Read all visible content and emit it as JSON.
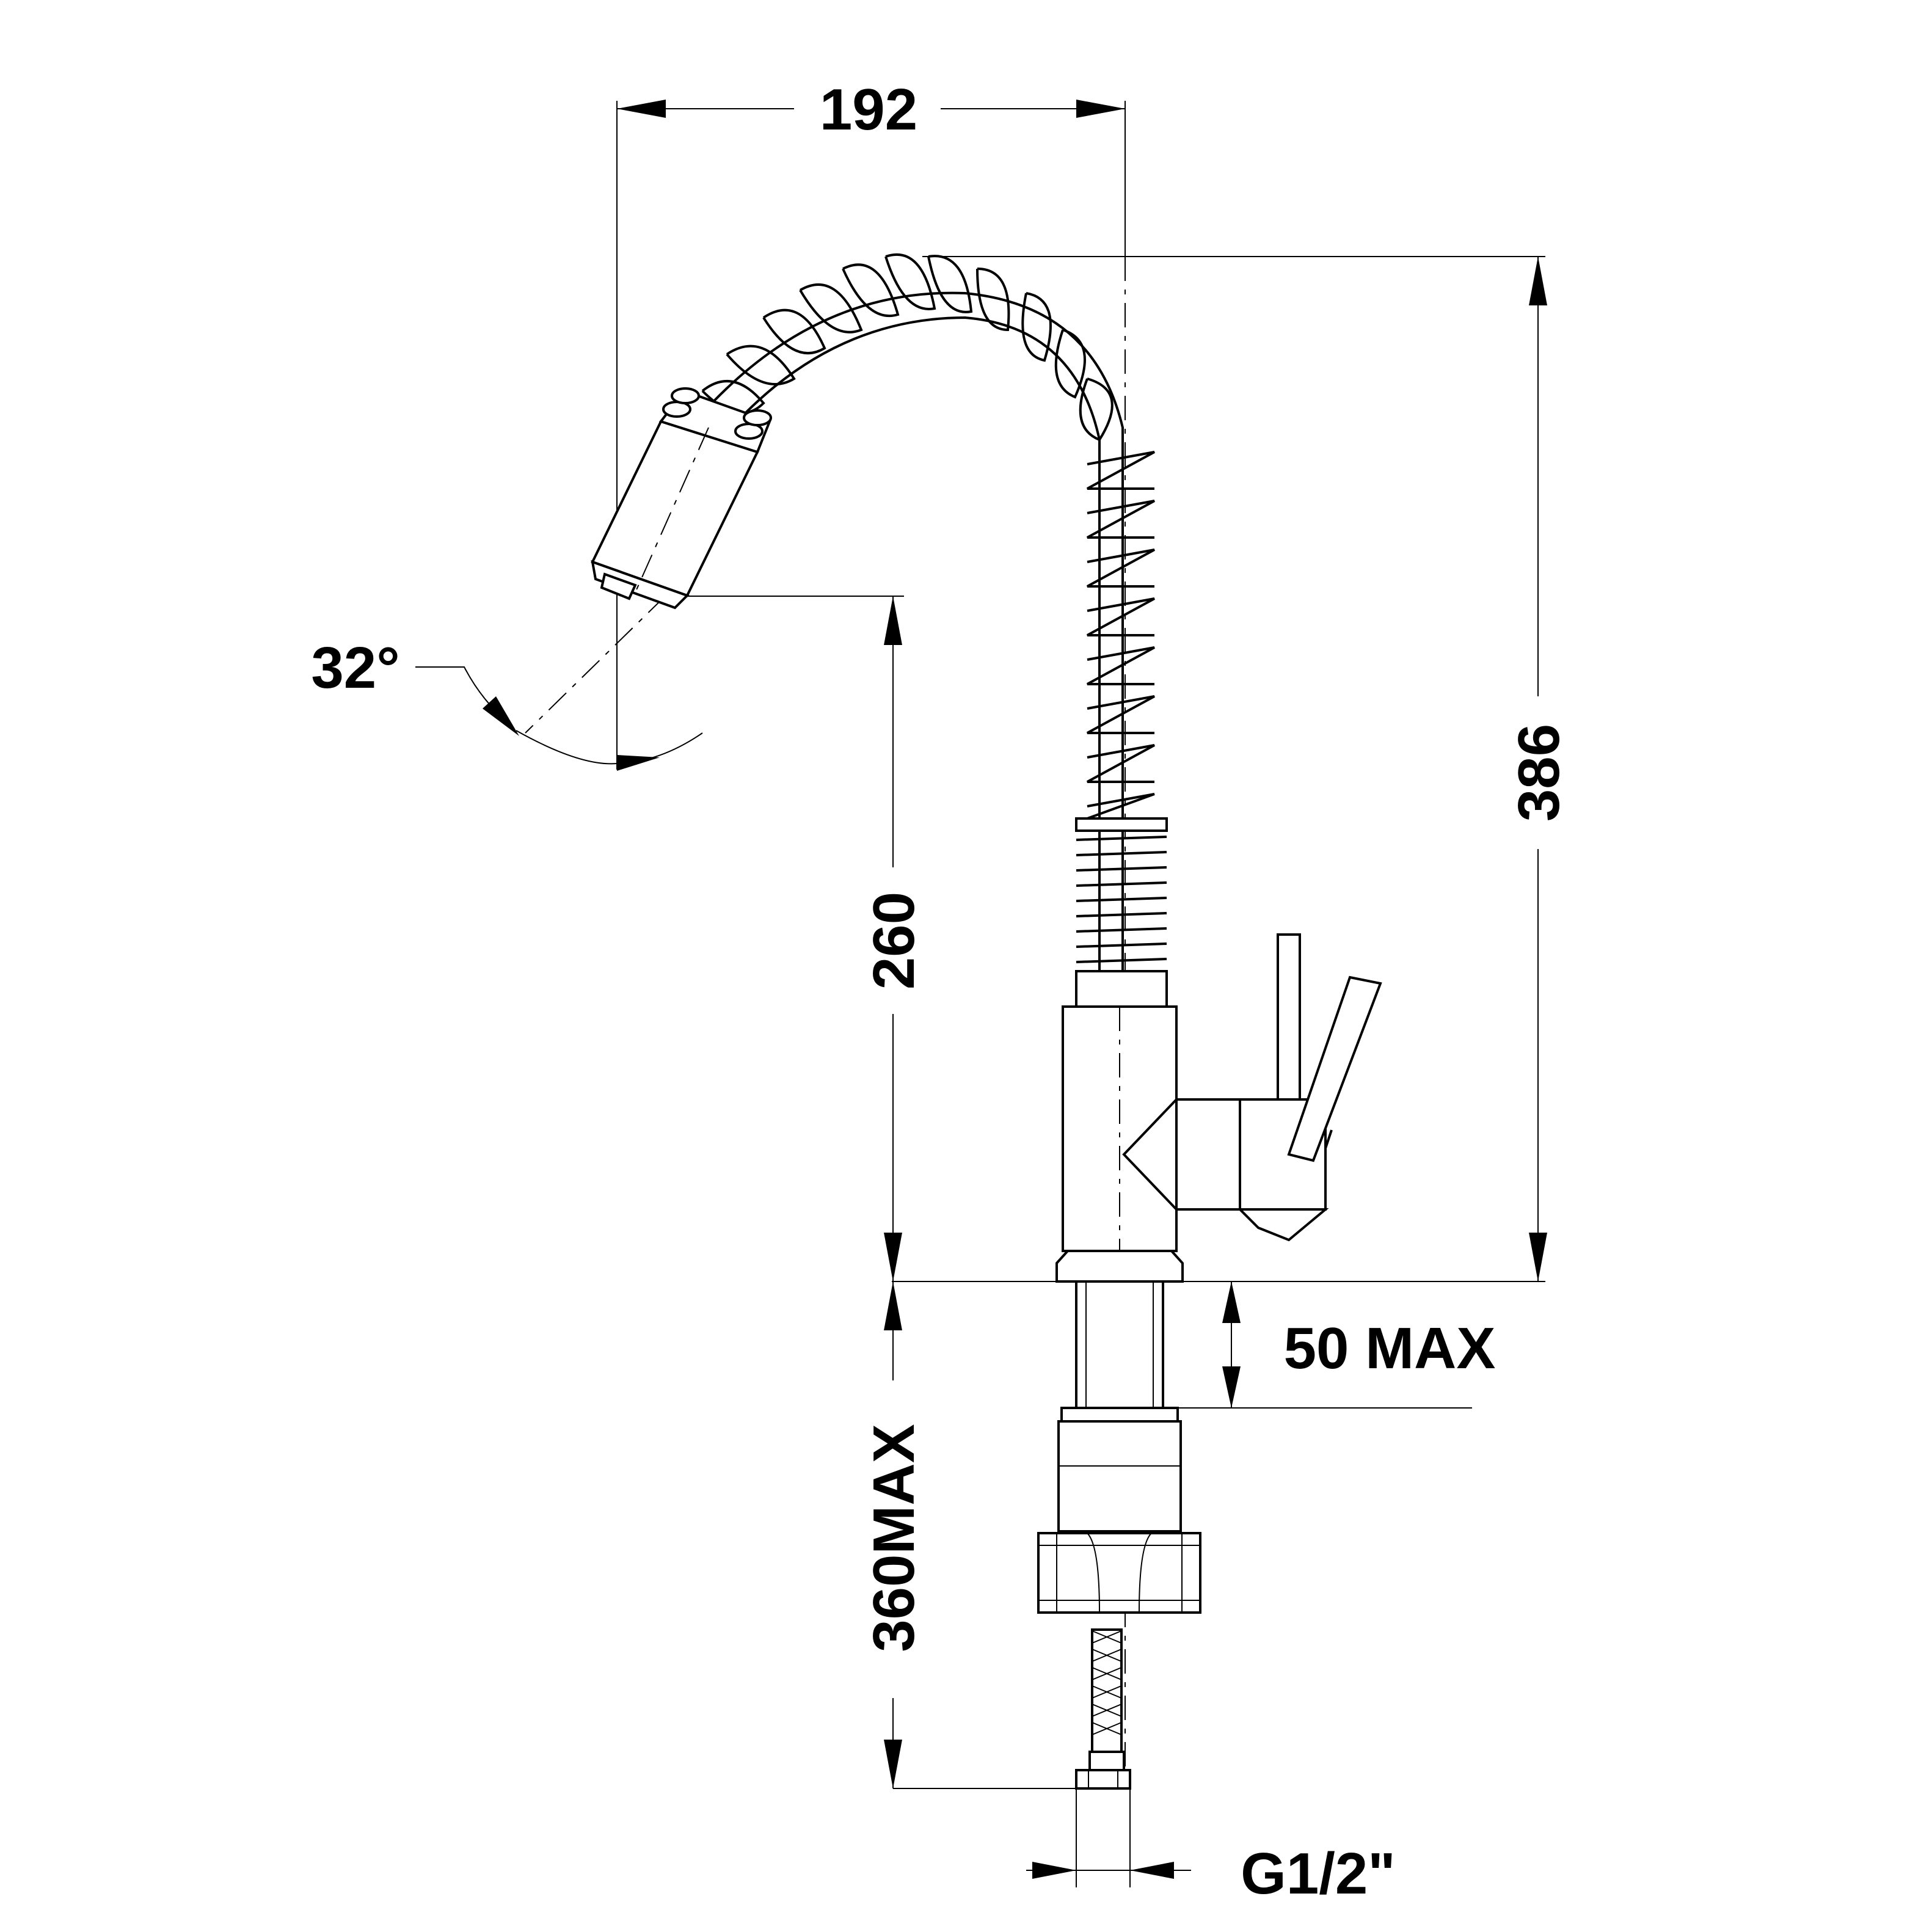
{
  "dimensions": {
    "spout_reach": "192",
    "total_height": "386",
    "spout_height": "260",
    "spout_angle": "32°",
    "deck_thickness": "50 MAX",
    "hose_length": "360MAX",
    "connection_thread": "G1/2\""
  }
}
